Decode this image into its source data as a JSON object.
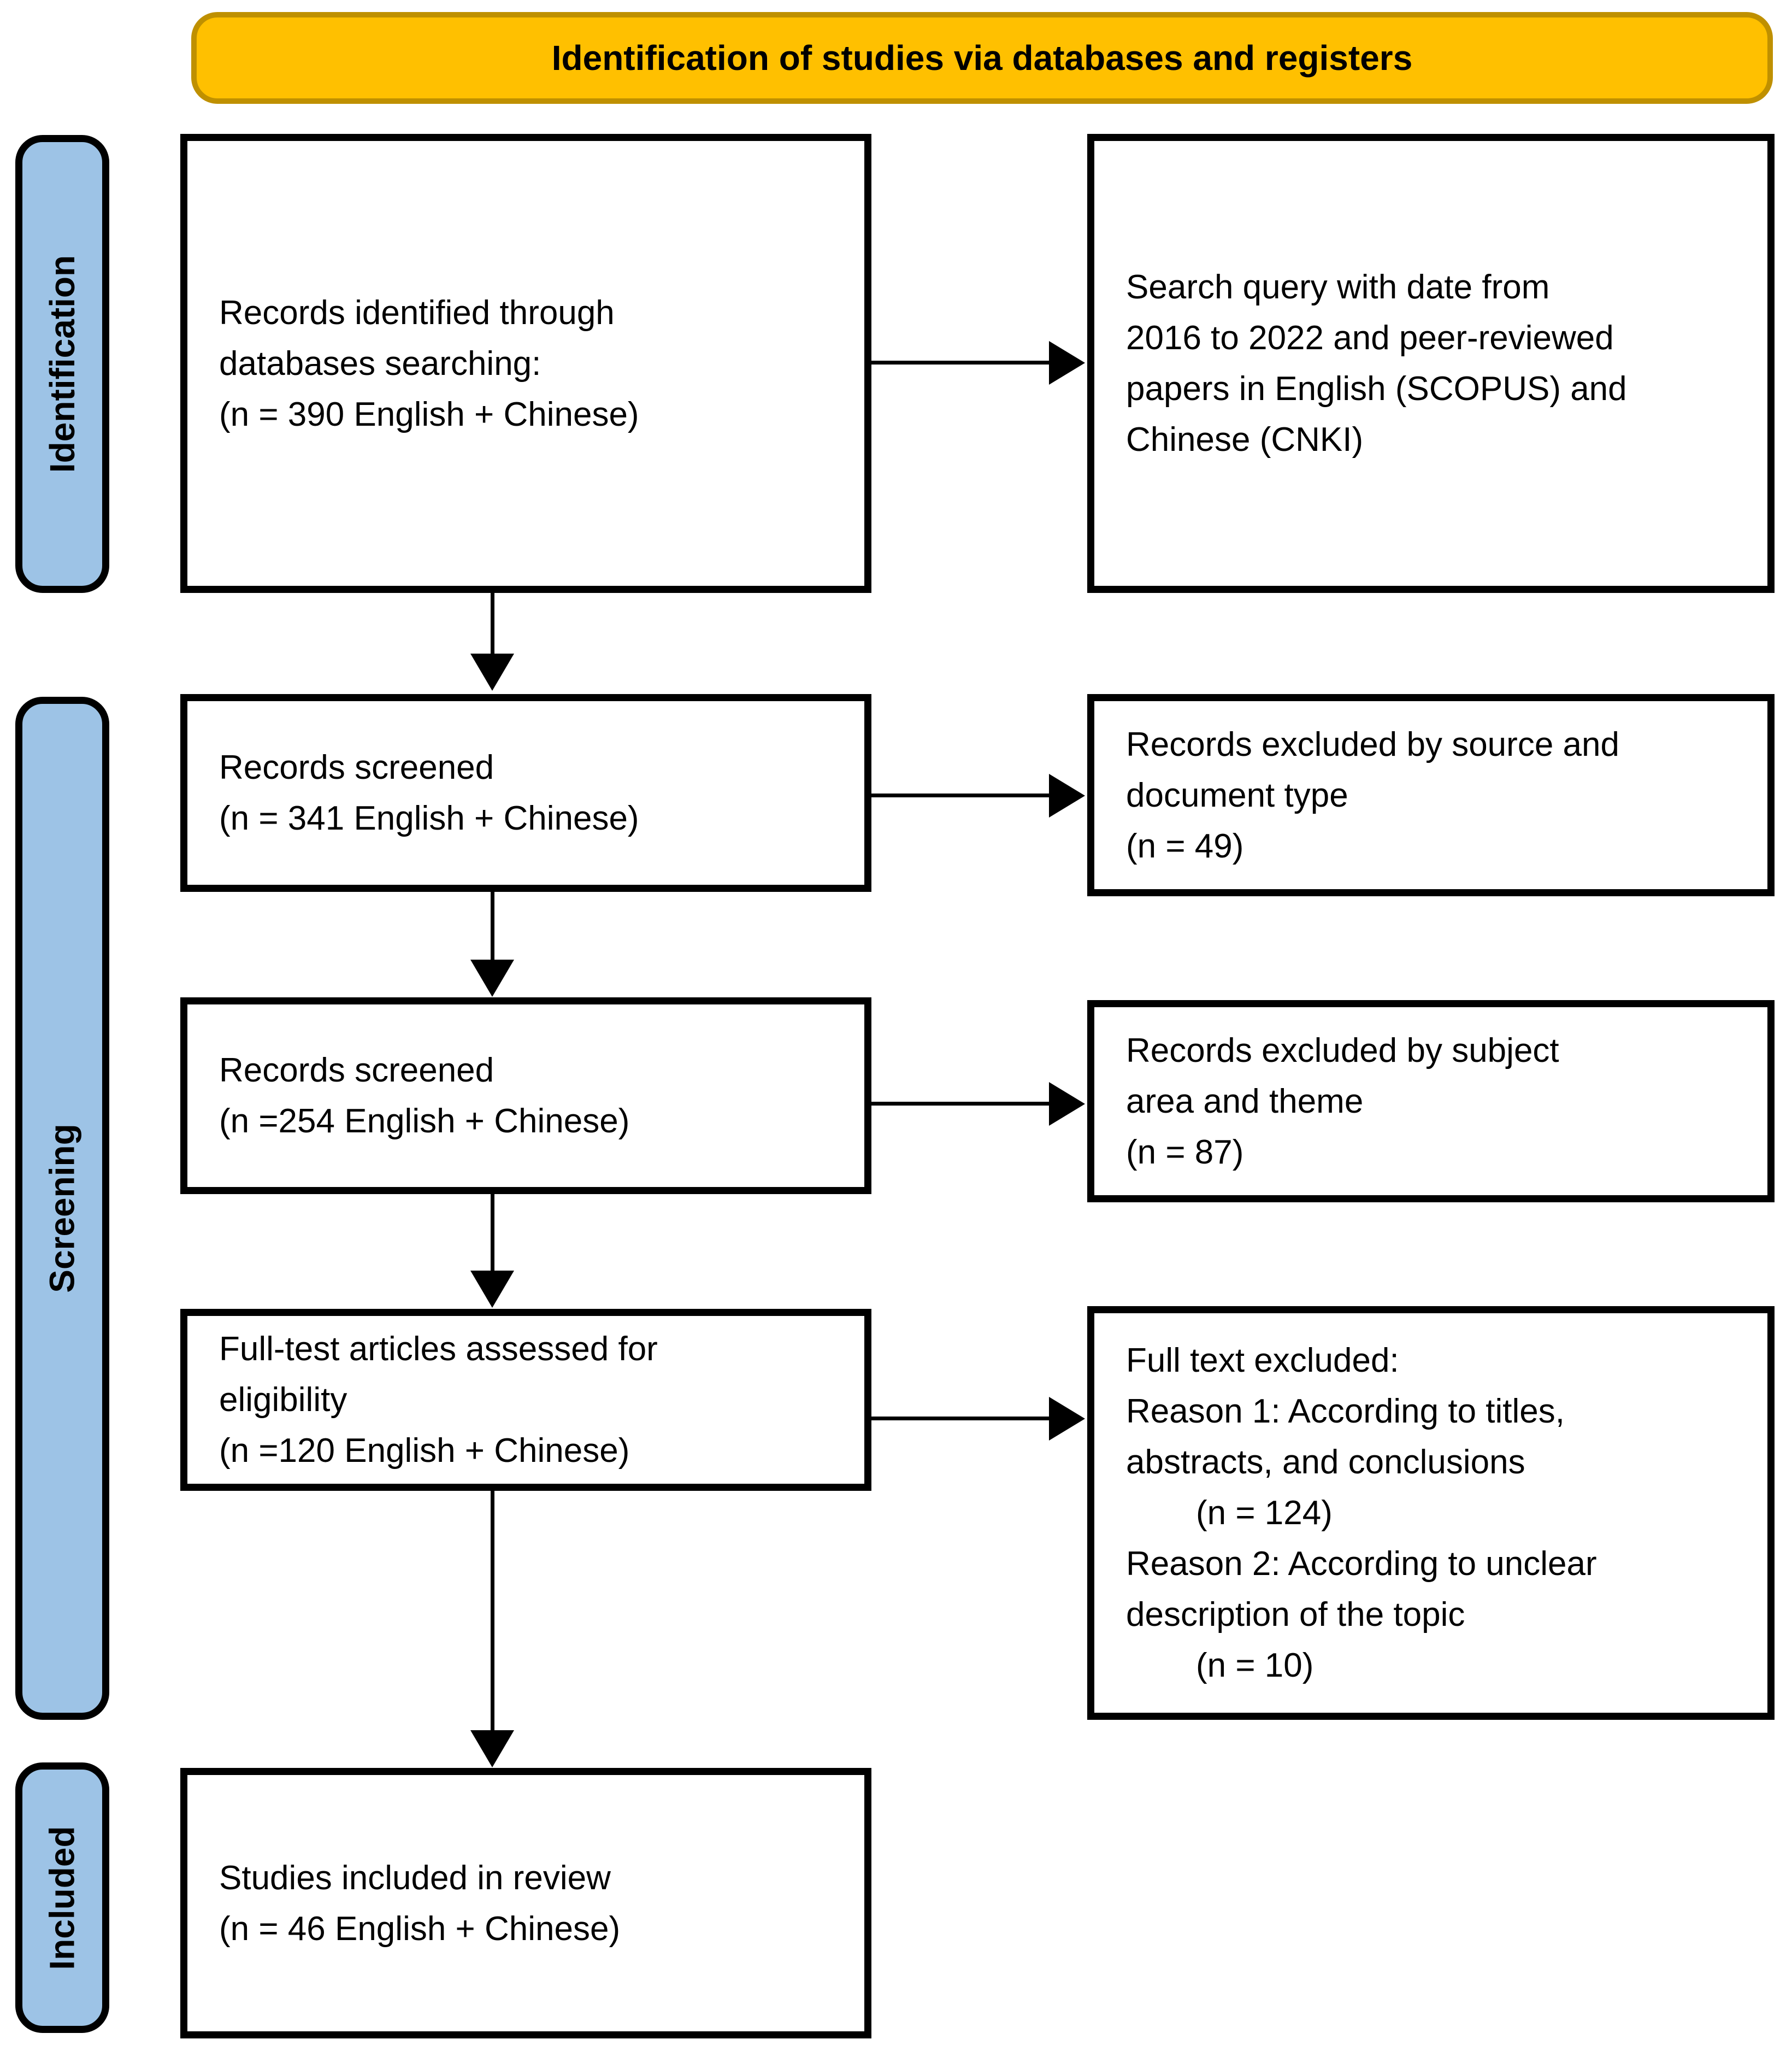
{
  "banner": {
    "title": "Identification of studies via databases and registers"
  },
  "stages": {
    "identification": "Identification",
    "screening": "Screening",
    "included": "Included"
  },
  "boxes": {
    "identified": {
      "lines": [
        "Records identified through",
        "databases searching:",
        "(n = 390 English + Chinese)"
      ]
    },
    "search_query": {
      "lines": [
        "Search query with date from",
        "2016 to 2022 and peer-reviewed",
        "papers in English (SCOPUS) and",
        "Chinese (CNKI)"
      ]
    },
    "screened_341": {
      "lines": [
        "Records screened",
        "(n = 341 English + Chinese)"
      ]
    },
    "excluded_source": {
      "lines": [
        "Records excluded by source and",
        "document type",
        "(n = 49)"
      ]
    },
    "screened_254": {
      "lines": [
        "Records screened",
        "(n =254 English + Chinese)"
      ]
    },
    "excluded_subject": {
      "lines": [
        "Records excluded by subject",
        "area and theme",
        "(n = 87)"
      ]
    },
    "fulltext_assessed": {
      "lines": [
        "Full-test articles assessed for",
        "eligibility",
        "(n =120 English + Chinese)"
      ]
    },
    "fulltext_excluded": {
      "lines": [
        "Full text excluded:",
        "Reason 1: According to titles,",
        "abstracts, and conclusions",
        "(n = 124)",
        "Reason 2: According to unclear",
        "description of the topic",
        "(n = 10)"
      ]
    },
    "included_review": {
      "lines": [
        "Studies included in review",
        "(n = 46 English + Chinese)"
      ]
    }
  },
  "colors": {
    "banner_fill": "#FFC000",
    "banner_border": "#BF9000",
    "stage_fill": "#9DC3E6",
    "stage_border": "#000000",
    "box_border": "#000000",
    "text": "#000000",
    "background": "#FFFFFF"
  }
}
